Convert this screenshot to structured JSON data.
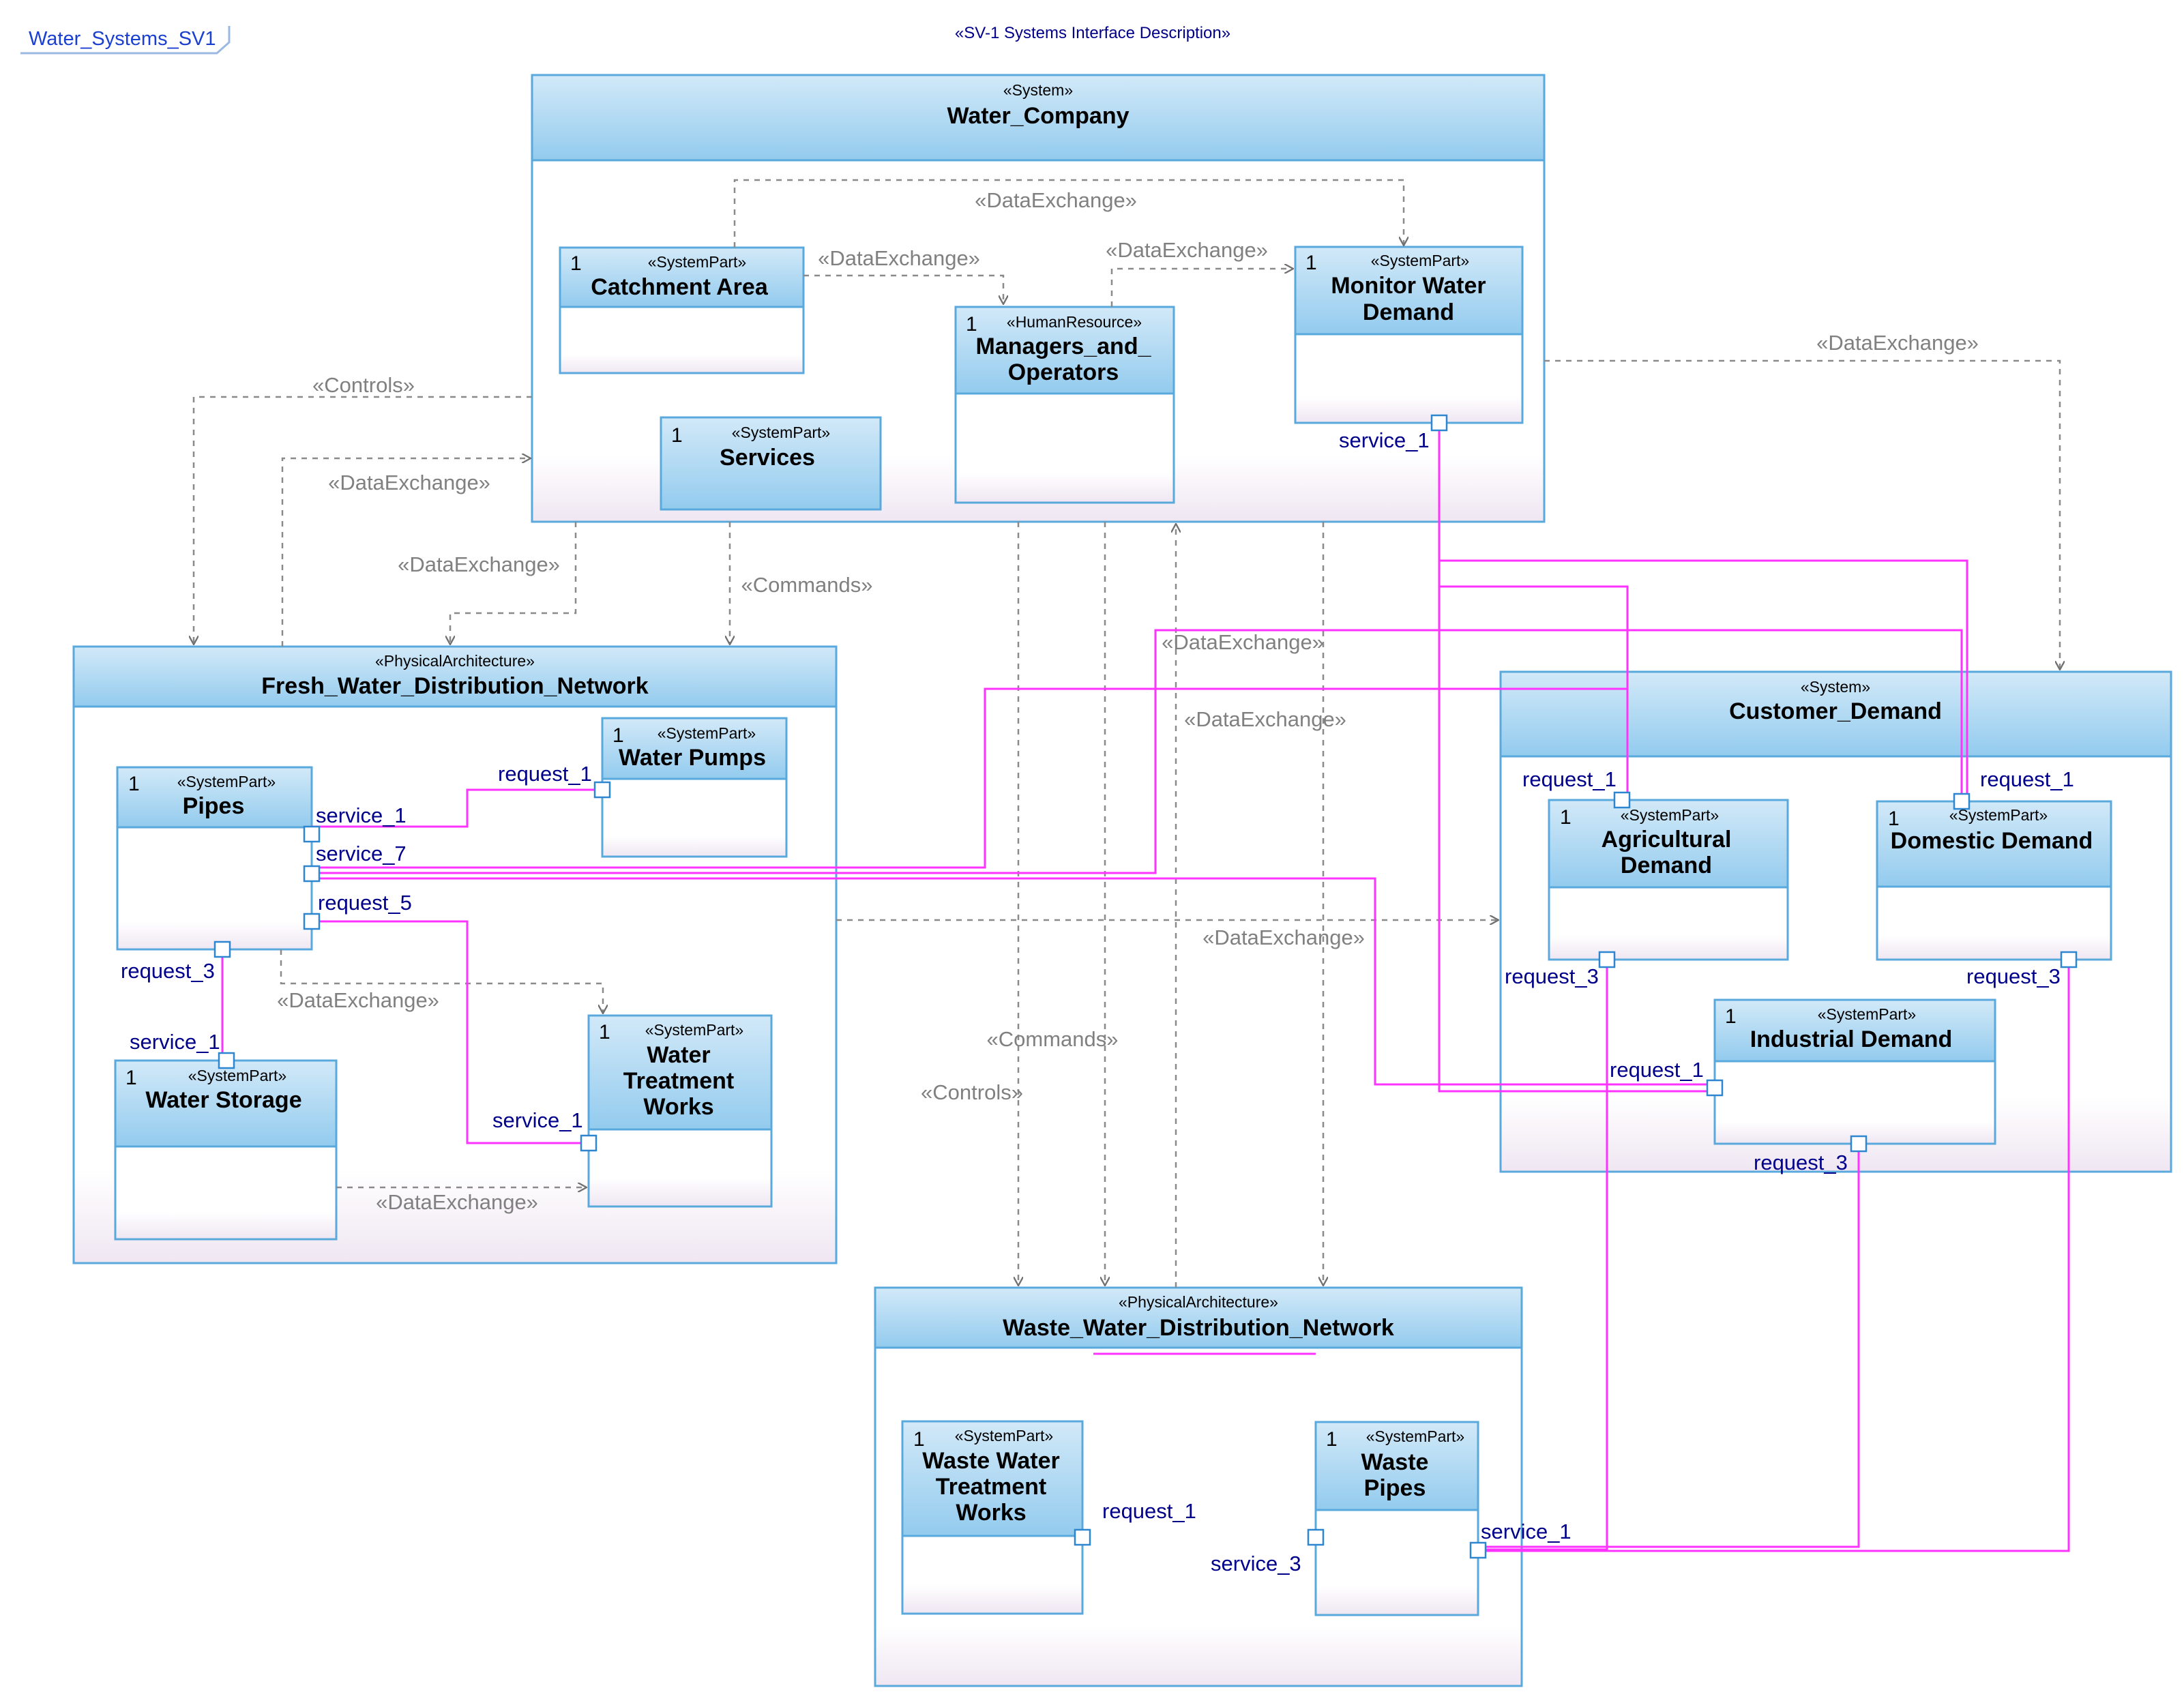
{
  "header": {
    "frame_name": "Water_Systems_SV1",
    "title": "«SV-1 Systems Interface Description»"
  },
  "containers": {
    "water_company": {
      "stereotype": "«System»",
      "name": "Water_Company"
    },
    "fresh_water": {
      "stereotype": "«PhysicalArchitecture»",
      "name": "Fresh_Water_Distribution_Network"
    },
    "customer_demand": {
      "stereotype": "«System»",
      "name": "Customer_Demand"
    },
    "waste_water": {
      "stereotype": "«PhysicalArchitecture»",
      "name": "Waste_Water_Distribution_Network"
    }
  },
  "parts": {
    "catchment": {
      "multiplicity": "1",
      "stereotype": "«SystemPart»",
      "name": [
        "Catchment Area"
      ]
    },
    "managers": {
      "multiplicity": "1",
      "stereotype": "«HumanResource»",
      "name": [
        "Managers_and_",
        "Operators"
      ]
    },
    "monitor": {
      "multiplicity": "1",
      "stereotype": "«SystemPart»",
      "name": [
        "Monitor Water",
        "Demand"
      ]
    },
    "services": {
      "multiplicity": "1",
      "stereotype": "«SystemPart»",
      "name": [
        "Services"
      ]
    },
    "pipes": {
      "multiplicity": "1",
      "stereotype": "«SystemPart»",
      "name": [
        "Pipes"
      ]
    },
    "water_pumps": {
      "multiplicity": "1",
      "stereotype": "«SystemPart»",
      "name": [
        "Water Pumps"
      ]
    },
    "water_storage": {
      "multiplicity": "1",
      "stereotype": "«SystemPart»",
      "name": [
        "Water Storage"
      ]
    },
    "water_treatment": {
      "multiplicity": "1",
      "stereotype": "«SystemPart»",
      "name": [
        "Water",
        "Treatment",
        "Works"
      ]
    },
    "agricultural": {
      "multiplicity": "1",
      "stereotype": "«SystemPart»",
      "name": [
        "Agricultural",
        "Demand"
      ]
    },
    "domestic": {
      "multiplicity": "1",
      "stereotype": "«SystemPart»",
      "name": [
        "Domestic Demand"
      ]
    },
    "industrial": {
      "multiplicity": "1",
      "stereotype": "«SystemPart»",
      "name": [
        "Industrial Demand"
      ]
    },
    "waste_treatment": {
      "multiplicity": "1",
      "stereotype": "«SystemPart»",
      "name": [
        "Waste Water",
        "Treatment",
        "Works"
      ]
    },
    "waste_pipes": {
      "multiplicity": "1",
      "stereotype": "«SystemPart»",
      "name": [
        "Waste",
        "Pipes"
      ]
    }
  },
  "ports": {
    "monitor_service_1": "service_1",
    "pumps_request_1": "request_1",
    "pipes_service_1": "service_1",
    "pipes_service_7": "service_7",
    "pipes_request_5": "request_5",
    "pipes_request_3": "request_3",
    "storage_service_1": "service_1",
    "treatment_service_1": "service_1",
    "agri_request_1": "request_1",
    "domestic_request_1": "request_1",
    "agri_request_3": "request_3",
    "domestic_request_3": "request_3",
    "industrial_request_1": "request_1",
    "industrial_request_3": "request_3",
    "waste_treatment_request_1": "request_1",
    "waste_pipes_service_3": "service_3",
    "waste_pipes_service_1": "service_1"
  },
  "relations": {
    "de_catch_monitor": "«DataExchange»",
    "de_catch_managers": "«DataExchange»",
    "de_managers_monitor": "«DataExchange»",
    "de_monitor_customer": "«DataExchange»",
    "controls_company_fresh": "«Controls»",
    "de_fresh_company": "«DataExchange»",
    "de_company_fresh": "«DataExchange»",
    "commands_company_fresh": "«Commands»",
    "de_waste_company_upper": "«DataExchange»",
    "de_waste_company_lower": "«DataExchange»",
    "de_fresh_customer": "«DataExchange»",
    "de_pipes_treatment": "«DataExchange»",
    "de_storage_treatment": "«DataExchange»",
    "commands_company_waste": "«Commands»",
    "controls_company_waste": "«Controls»"
  },
  "colors": {
    "box_border": "#5aa9dc",
    "header_fill_top": "#c4e2f6",
    "header_fill_bottom": "#8ec8ec",
    "connector": "#ff33ff",
    "port_label": "#00008b",
    "relation": "#808080"
  }
}
